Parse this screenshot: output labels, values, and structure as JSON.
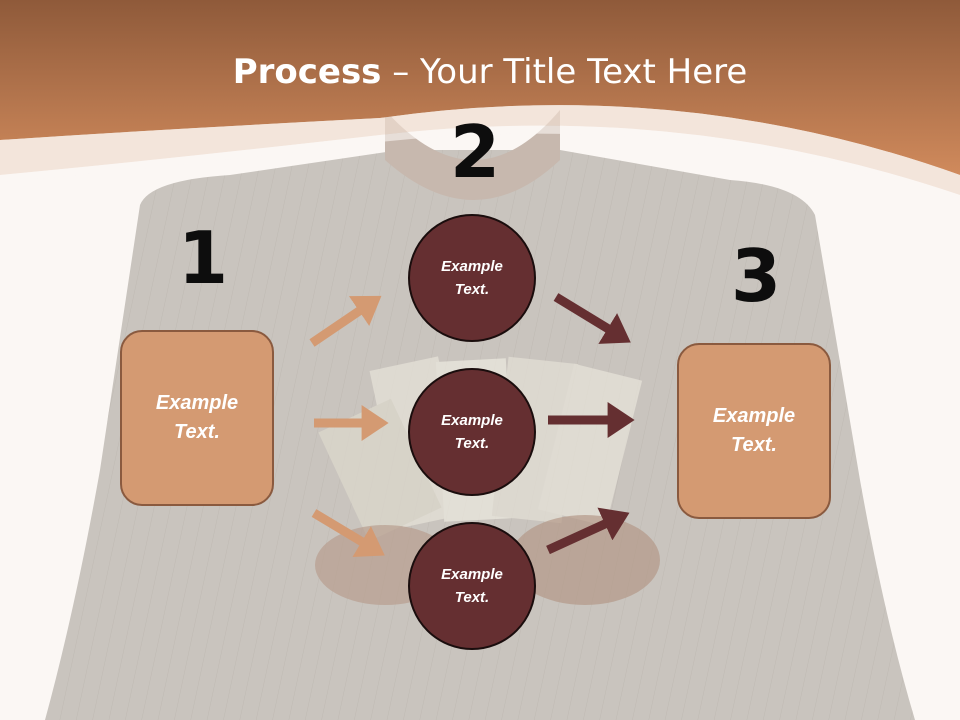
{
  "title": {
    "bold": "Process",
    "rest": " – Your Title Text Here"
  },
  "steps": {
    "one": "1",
    "two": "2",
    "three": "3"
  },
  "left_box": {
    "line1": "Example",
    "line2": "Text."
  },
  "right_box": {
    "line1": "Example",
    "line2": "Text."
  },
  "circles": [
    {
      "line1": "Example",
      "line2": "Text."
    },
    {
      "line1": "Example",
      "line2": "Text."
    },
    {
      "line1": "Example",
      "line2": "Text."
    }
  ],
  "colors": {
    "header": "#c27a4c",
    "box": "#d49a72",
    "circle": "#652f31",
    "arrow_in": "#d49a72",
    "arrow_out": "#652f31"
  }
}
